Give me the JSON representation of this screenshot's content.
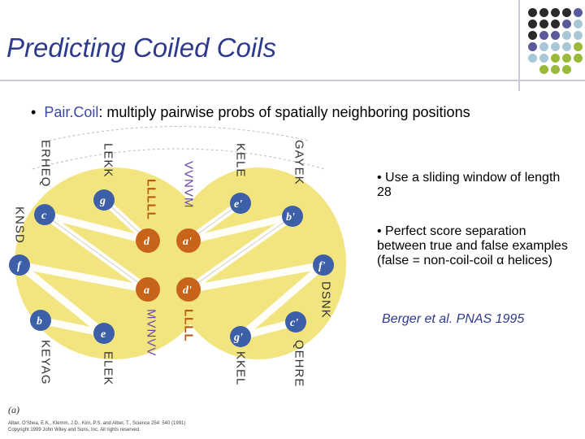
{
  "slide": {
    "title": "Predicting Coiled Coils",
    "bullet_key": "Pair.Coil",
    "bullet_rest": ": multiply pairwise probs of spatially neighboring positions",
    "side_bullets": [
      "•  Use a sliding window of length 28",
      "•  Perfect score separation between true and false examples (false = non-coil-coil α helices)"
    ],
    "citation": "Berger et al. PNAS 1995"
  },
  "figure": {
    "panel_label": "(a)",
    "credit_line1": "Alber, O'Shea, E.K., Klemm, J.D., Kim, P.S. and Alber, T., Science 254: 540 (1991)",
    "credit_line2": "Copyright 1999 John Wiley and Sons, Inc. All rights reserved.",
    "left_nodes": [
      "g",
      "c",
      "d",
      "f",
      "a",
      "b",
      "e"
    ],
    "right_nodes": [
      "e'",
      "b'",
      "a'",
      "f'",
      "d'",
      "c'",
      "g'"
    ],
    "seq_c": "ERHEQ",
    "seq_g": "LEKK",
    "seq_d": "LLLLL",
    "seq_d_right": "VVNVM",
    "seq_e_right": "KELE",
    "seq_b_right": "GAYEK",
    "seq_f_left": "KNSD",
    "seq_f_right": "DSNK",
    "seq_a": "MVNVV",
    "seq_a_right": "LLLL",
    "seq_b": "KEYAG",
    "seq_e": "ELEK",
    "seq_g_right": "KKEL",
    "seq_c_right": "QEHRE"
  }
}
